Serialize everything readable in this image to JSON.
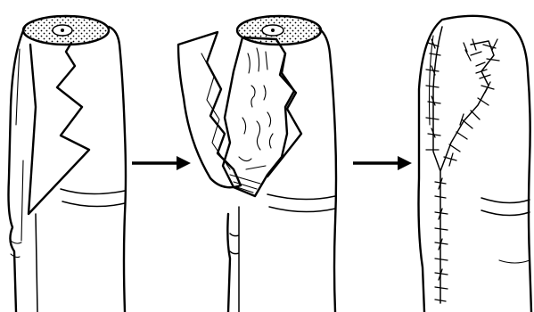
{
  "figure": {
    "panels": [
      {
        "id": "panel-1",
        "stage": "incision-marking"
      },
      {
        "id": "panel-2",
        "stage": "flaps-raised"
      },
      {
        "id": "panel-3",
        "stage": "flaps-transposed-and-sutured"
      }
    ],
    "arrows": [
      {
        "from": "panel-1",
        "to": "panel-2",
        "icon": "right-arrow-icon"
      },
      {
        "from": "panel-2",
        "to": "panel-3",
        "icon": "right-arrow-icon"
      }
    ],
    "colors": {
      "line": "#000000",
      "background": "#ffffff",
      "stump_dots": "#000000"
    }
  }
}
